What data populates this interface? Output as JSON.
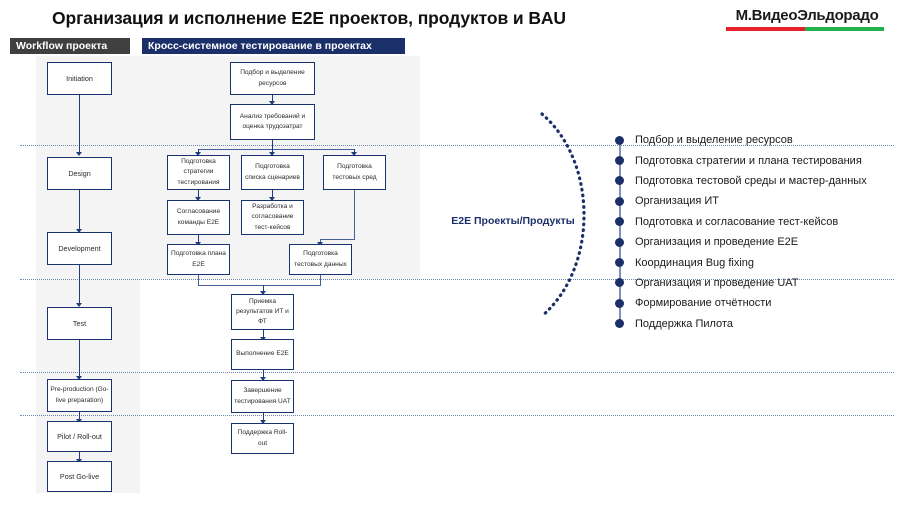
{
  "header": {
    "title": "Организация и исполнение E2E проектов, продуктов и BAU",
    "logo_text": "М.ВидеоЭльдорадо",
    "logo_color_left": "#e8202a",
    "logo_color_right": "#22b14c"
  },
  "bands": {
    "left_label": "Workflow проекта",
    "left_color": "#3f3f3f",
    "mid_label": "Кросс-системное тестирование в проектах",
    "mid_color": "#1b2f69"
  },
  "workflow": {
    "boxes": [
      {
        "label": "Initiation"
      },
      {
        "label": "Design"
      },
      {
        "label": "Development"
      },
      {
        "label": "Test"
      },
      {
        "label": "Pre-production (Go-live preparation)"
      },
      {
        "label": "Pilot / Roll-out"
      },
      {
        "label": "Post Go-live"
      }
    ]
  },
  "testing": {
    "boxes": [
      {
        "label": "Подбор и выделение ресурсов"
      },
      {
        "label": "Анализ требований и оценка трудозатрат"
      },
      {
        "label": "Подготовка стратегии тестирования"
      },
      {
        "label": "Подготовка списка сценариев"
      },
      {
        "label": "Подготовка тестовых сред"
      },
      {
        "label": "Согласование команды E2E"
      },
      {
        "label": "Разработка и согласование тест-кейсов"
      },
      {
        "label": "Подготовка плана E2E"
      },
      {
        "label": "Подготовка тестовых данных"
      },
      {
        "label": "Приемка результатов ИТ и ФТ"
      },
      {
        "label": "Выполнение E2E"
      },
      {
        "label": "Завершение тестирования UAT"
      },
      {
        "label": "Поддержка Roll-out"
      }
    ]
  },
  "arc": {
    "label": "E2E Проекты/Продукты",
    "color": "#1b2f69"
  },
  "responsibilities": {
    "accent": "#1b2f69",
    "items": [
      {
        "label": "Подбор и выделение ресурсов"
      },
      {
        "label": "Подготовка стратегии и плана тестирования"
      },
      {
        "label": "Подготовка тестовой среды и мастер-данных"
      },
      {
        "label": "Организация ИТ"
      },
      {
        "label": "Подготовка и согласование тест-кейсов"
      },
      {
        "label": "Организация и проведение E2E"
      },
      {
        "label": "Координация Bug fixing"
      },
      {
        "label": "Организация и проведение UAT"
      },
      {
        "label": "Формирование отчётности"
      },
      {
        "label": "Поддержка Пилота"
      }
    ]
  }
}
